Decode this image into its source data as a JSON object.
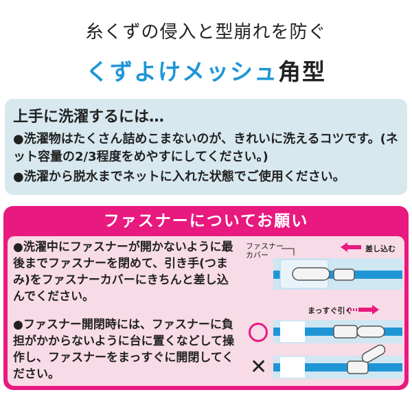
{
  "header": {
    "subtitle": "糸くずの侵入と型崩れを防ぐ",
    "title_part1": "くずよけメッシュ",
    "title_part2": "角型"
  },
  "tips": {
    "heading": "上手に洗濯するには…",
    "items": [
      "●洗濯物はたくさん詰めこまないのが、きれいに洗えるコツです。(ネット容量の2/3程度をめやすにしてください。)",
      "●洗濯から脱水までネットに入れた状態でご使用ください。"
    ]
  },
  "request": {
    "heading": "ファスナーについてお願い",
    "items": [
      "●洗濯中にファスナーが開かないように最後までファスナーを閉めて、引き手(つまみ)をファスナーカバーにきちんと差し込んでください。",
      "●ファスナー開閉時には、ファスナーに負担がかからないように台に置くなどして操作し、ファスナーをまっすぐに開閉してください。"
    ],
    "diagram": {
      "cover_label_line1": "ファスナー",
      "cover_label_line2": "カバー",
      "insert_label": "差し込む",
      "straight_label": "まっすぐ引く"
    }
  },
  "colors": {
    "accent_blue": "#1e96d6",
    "accent_pink": "#e8197f",
    "box_blue": "#d7e8ef",
    "box_pink": "#f7dbe6"
  }
}
